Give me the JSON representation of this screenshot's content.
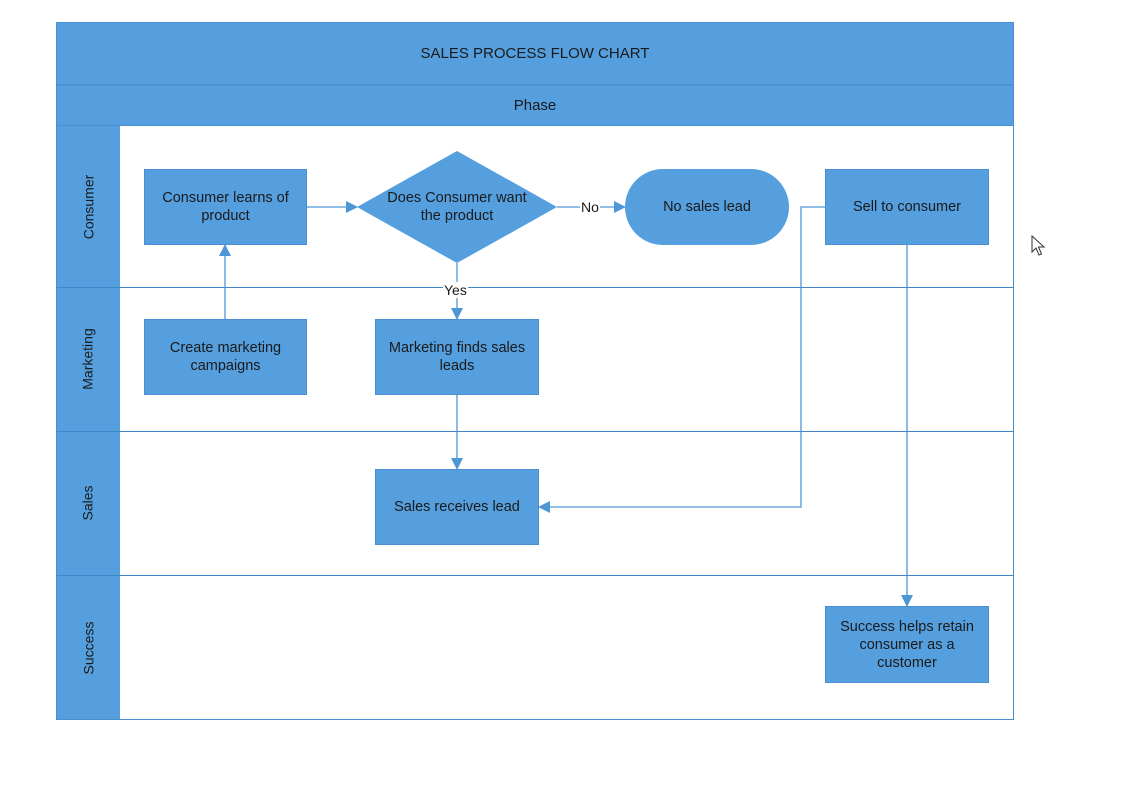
{
  "title": "SALES PROCESS FLOW CHART",
  "phase": "Phase",
  "lanes": {
    "consumer": "Consumer",
    "marketing": "Marketing",
    "sales": "Sales",
    "success": "Success"
  },
  "nodes": {
    "consumer_learns": "Consumer learns of product",
    "decision": "Does Consumer want the product",
    "no_lead": "No sales lead",
    "sell": "Sell to consumer",
    "create_campaigns": "Create marketing campaigns",
    "finds_leads": "Marketing finds sales leads",
    "receives_lead": "Sales receives lead",
    "retain": "Success helps retain consumer as a customer"
  },
  "edge_labels": {
    "no": "No",
    "yes": "Yes"
  },
  "colors": {
    "fill": "#559fdf",
    "line": "#4f96d6",
    "divider": "#3f86c8"
  }
}
